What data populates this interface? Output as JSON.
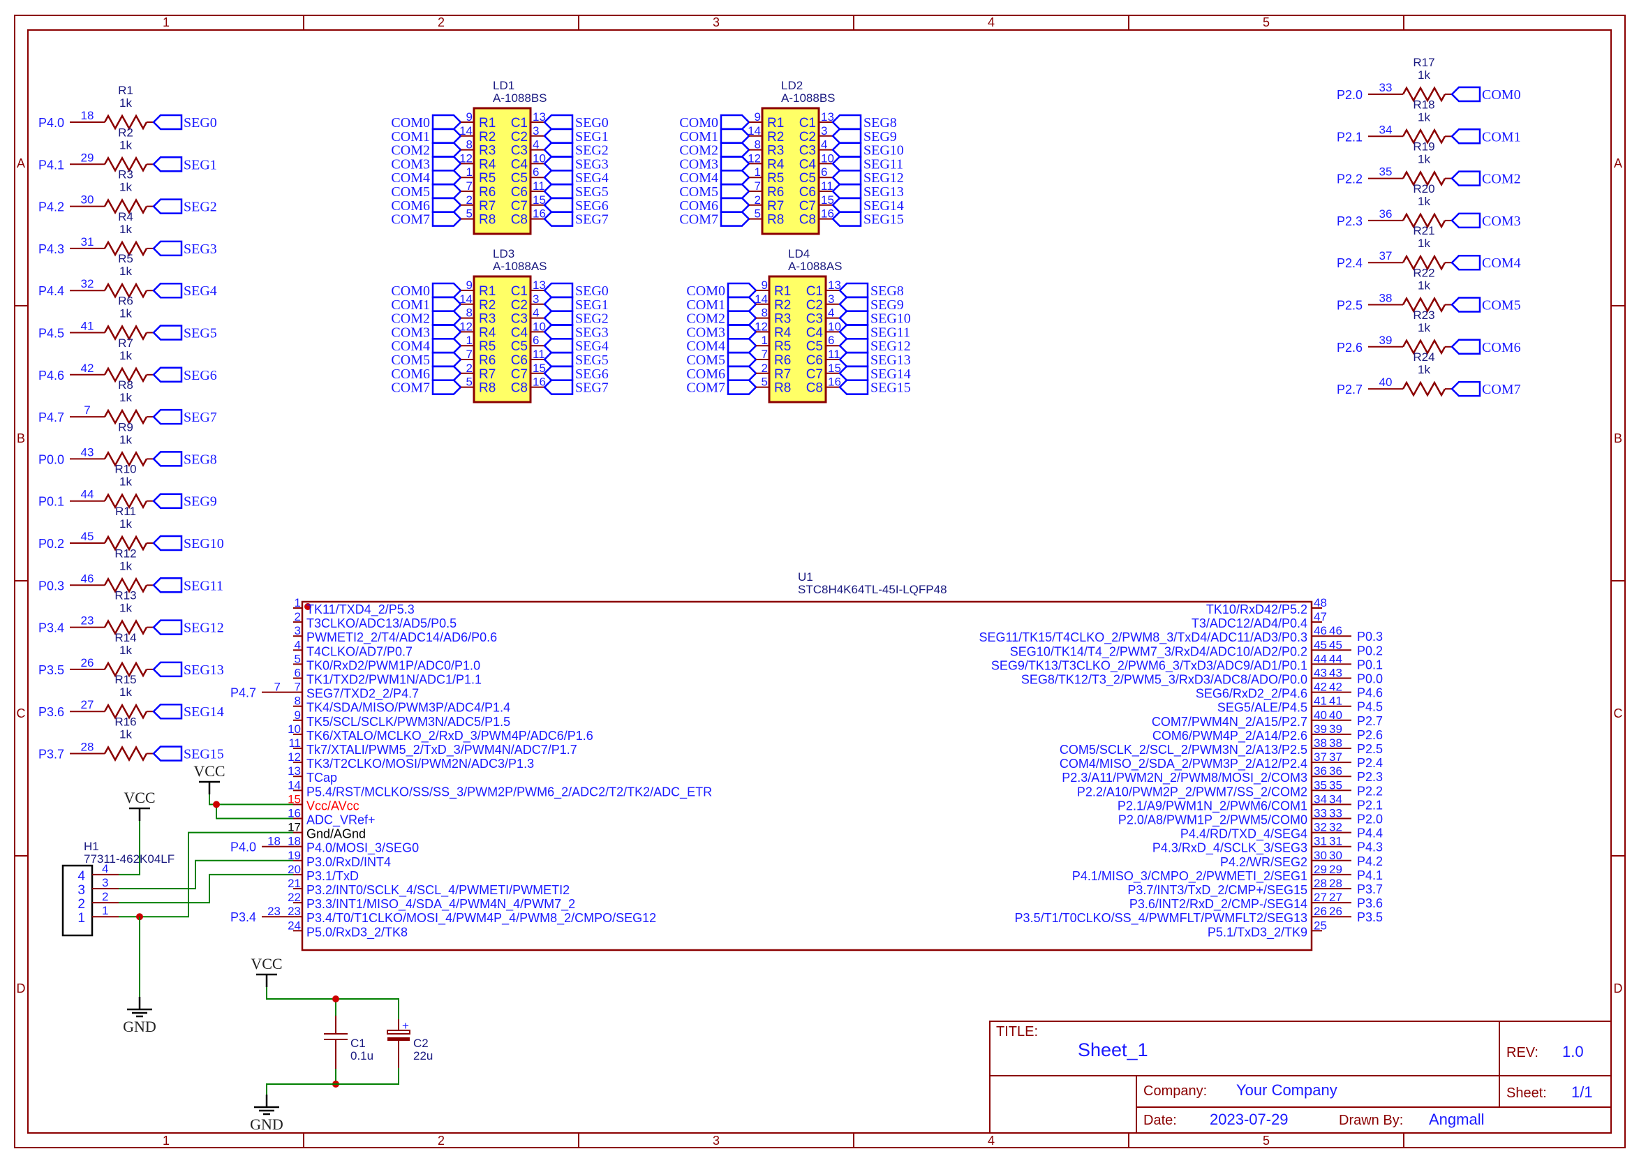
{
  "sheet": {
    "columns": [
      "1",
      "2",
      "3",
      "4",
      "5"
    ],
    "rows": [
      "A",
      "B",
      "C",
      "D"
    ]
  },
  "colors": {
    "wire": "#008000",
    "pin": "#8b0000",
    "text": "#1a1aff",
    "led_body": "#ffff66",
    "junction": "#cc0000"
  },
  "power": {
    "vcc": "VCC",
    "gnd": "GND"
  },
  "resistors_left": [
    {
      "ref": "R1",
      "value": "1k",
      "port": "P4.0",
      "pin": "18",
      "net": "SEG0"
    },
    {
      "ref": "R2",
      "value": "1k",
      "port": "P4.1",
      "pin": "29",
      "net": "SEG1"
    },
    {
      "ref": "R3",
      "value": "1k",
      "port": "P4.2",
      "pin": "30",
      "net": "SEG2"
    },
    {
      "ref": "R4",
      "value": "1k",
      "port": "P4.3",
      "pin": "31",
      "net": "SEG3"
    },
    {
      "ref": "R5",
      "value": "1k",
      "port": "P4.4",
      "pin": "32",
      "net": "SEG4"
    },
    {
      "ref": "R6",
      "value": "1k",
      "port": "P4.5",
      "pin": "41",
      "net": "SEG5"
    },
    {
      "ref": "R7",
      "value": "1k",
      "port": "P4.6",
      "pin": "42",
      "net": "SEG6"
    },
    {
      "ref": "R8",
      "value": "1k",
      "port": "P4.7",
      "pin": "7",
      "net": "SEG7"
    },
    {
      "ref": "R9",
      "value": "1k",
      "port": "P0.0",
      "pin": "43",
      "net": "SEG8"
    },
    {
      "ref": "R10",
      "value": "1k",
      "port": "P0.1",
      "pin": "44",
      "net": "SEG9"
    },
    {
      "ref": "R11",
      "value": "1k",
      "port": "P0.2",
      "pin": "45",
      "net": "SEG10"
    },
    {
      "ref": "R12",
      "value": "1k",
      "port": "P0.3",
      "pin": "46",
      "net": "SEG11"
    },
    {
      "ref": "R13",
      "value": "1k",
      "port": "P3.4",
      "pin": "23",
      "net": "SEG12"
    },
    {
      "ref": "R14",
      "value": "1k",
      "port": "P3.5",
      "pin": "26",
      "net": "SEG13"
    },
    {
      "ref": "R15",
      "value": "1k",
      "port": "P3.6",
      "pin": "27",
      "net": "SEG14"
    },
    {
      "ref": "R16",
      "value": "1k",
      "port": "P3.7",
      "pin": "28",
      "net": "SEG15"
    }
  ],
  "resistors_right": [
    {
      "ref": "R17",
      "value": "1k",
      "port": "P2.0",
      "pin": "33",
      "net": "COM0"
    },
    {
      "ref": "R18",
      "value": "1k",
      "port": "P2.1",
      "pin": "34",
      "net": "COM1"
    },
    {
      "ref": "R19",
      "value": "1k",
      "port": "P2.2",
      "pin": "35",
      "net": "COM2"
    },
    {
      "ref": "R20",
      "value": "1k",
      "port": "P2.3",
      "pin": "36",
      "net": "COM3"
    },
    {
      "ref": "R21",
      "value": "1k",
      "port": "P2.4",
      "pin": "37",
      "net": "COM4"
    },
    {
      "ref": "R22",
      "value": "1k",
      "port": "P2.5",
      "pin": "38",
      "net": "COM5"
    },
    {
      "ref": "R23",
      "value": "1k",
      "port": "P2.6",
      "pin": "39",
      "net": "COM6"
    },
    {
      "ref": "R24",
      "value": "1k",
      "port": "P2.7",
      "pin": "40",
      "net": "COM7"
    }
  ],
  "led_matrices": [
    {
      "ref": "LD1",
      "part": "A-1088BS",
      "left_pins": [
        "9",
        "14",
        "8",
        "12",
        "1",
        "7",
        "2",
        "5"
      ],
      "right_pins": [
        "13",
        "3",
        "4",
        "10",
        "6",
        "11",
        "15",
        "16"
      ],
      "rows": [
        "R1",
        "R2",
        "R3",
        "R4",
        "R5",
        "R6",
        "R7",
        "R8"
      ],
      "cols": [
        "C1",
        "C2",
        "C3",
        "C4",
        "C5",
        "C6",
        "C7",
        "C8"
      ],
      "left_nets": [
        "COM0",
        "COM1",
        "COM2",
        "COM3",
        "COM4",
        "COM5",
        "COM6",
        "COM7"
      ],
      "right_nets": [
        "SEG0",
        "SEG1",
        "SEG2",
        "SEG3",
        "SEG4",
        "SEG5",
        "SEG6",
        "SEG7"
      ]
    },
    {
      "ref": "LD2",
      "part": "A-1088BS",
      "left_pins": [
        "9",
        "14",
        "8",
        "12",
        "1",
        "7",
        "2",
        "5"
      ],
      "right_pins": [
        "13",
        "3",
        "4",
        "10",
        "6",
        "11",
        "15",
        "16"
      ],
      "rows": [
        "R1",
        "R2",
        "R3",
        "R4",
        "R5",
        "R6",
        "R7",
        "R8"
      ],
      "cols": [
        "C1",
        "C2",
        "C3",
        "C4",
        "C5",
        "C6",
        "C7",
        "C8"
      ],
      "left_nets": [
        "COM0",
        "COM1",
        "COM2",
        "COM3",
        "COM4",
        "COM5",
        "COM6",
        "COM7"
      ],
      "right_nets": [
        "SEG8",
        "SEG9",
        "SEG10",
        "SEG11",
        "SEG12",
        "SEG13",
        "SEG14",
        "SEG15"
      ]
    },
    {
      "ref": "LD3",
      "part": "A-1088AS",
      "left_pins": [
        "9",
        "14",
        "8",
        "12",
        "1",
        "7",
        "2",
        "5"
      ],
      "right_pins": [
        "13",
        "3",
        "4",
        "10",
        "6",
        "11",
        "15",
        "16"
      ],
      "rows": [
        "R1",
        "R2",
        "R3",
        "R4",
        "R5",
        "R6",
        "R7",
        "R8"
      ],
      "cols": [
        "C1",
        "C2",
        "C3",
        "C4",
        "C5",
        "C6",
        "C7",
        "C8"
      ],
      "left_nets": [
        "COM0",
        "COM1",
        "COM2",
        "COM3",
        "COM4",
        "COM5",
        "COM6",
        "COM7"
      ],
      "right_nets": [
        "SEG0",
        "SEG1",
        "SEG2",
        "SEG3",
        "SEG4",
        "SEG5",
        "SEG6",
        "SEG7"
      ]
    },
    {
      "ref": "LD4",
      "part": "A-1088AS",
      "left_pins": [
        "9",
        "14",
        "8",
        "12",
        "1",
        "7",
        "2",
        "5"
      ],
      "right_pins": [
        "13",
        "3",
        "4",
        "10",
        "6",
        "11",
        "15",
        "16"
      ],
      "rows": [
        "R1",
        "R2",
        "R3",
        "R4",
        "R5",
        "R6",
        "R7",
        "R8"
      ],
      "cols": [
        "C1",
        "C2",
        "C3",
        "C4",
        "C5",
        "C6",
        "C7",
        "C8"
      ],
      "left_nets": [
        "COM0",
        "COM1",
        "COM2",
        "COM3",
        "COM4",
        "COM5",
        "COM6",
        "COM7"
      ],
      "right_nets": [
        "SEG8",
        "SEG9",
        "SEG10",
        "SEG11",
        "SEG12",
        "SEG13",
        "SEG14",
        "SEG15"
      ]
    }
  ],
  "u1": {
    "ref": "U1",
    "part": "STC8H4K64TL-45I-LQFP48",
    "left": [
      {
        "num": "1",
        "name": "TK11/TXD4_2/P5.3"
      },
      {
        "num": "2",
        "name": "T3CLKO/ADC13/AD5/P0.5"
      },
      {
        "num": "3",
        "name": "PWMETI2_2/T4/ADC14/AD6/P0.6"
      },
      {
        "num": "4",
        "name": "T4CLKO/AD7/P0.7"
      },
      {
        "num": "5",
        "name": "TK0/RxD2/PWM1P/ADC0/P1.0"
      },
      {
        "num": "6",
        "name": "TK1/TXD2/PWM1N/ADC1/P1.1"
      },
      {
        "num": "7",
        "name": "SEG7/TXD2_2/P4.7",
        "ext": "P4.7"
      },
      {
        "num": "8",
        "name": "TK4/SDA/MISO/PWM3P/ADC4/P1.4"
      },
      {
        "num": "9",
        "name": "TK5/SCL/SCLK/PWM3N/ADC5/P1.5"
      },
      {
        "num": "10",
        "name": "TK6/XTALO/MCLKO_2/RxD_3/PWM4P/ADC6/P1.6"
      },
      {
        "num": "11",
        "name": "Tk7/XTALI/PWM5_2/TxD_3/PWM4N/ADC7/P1.7"
      },
      {
        "num": "12",
        "name": "TK3/T2CLKO/MOSI/PWM2N/ADC3/P1.3"
      },
      {
        "num": "13",
        "name": "TCap"
      },
      {
        "num": "14",
        "name": "P5.4/RST/MCLKO/SS/SS_3/PWM2P/PWM6_2/ADC2/T2/TK2/ADC_ETR"
      },
      {
        "num": "15",
        "name": "Vcc/AVcc",
        "style": "power"
      },
      {
        "num": "16",
        "name": "ADC_VRef+"
      },
      {
        "num": "17",
        "name": "Gnd/AGnd",
        "style": "ground"
      },
      {
        "num": "18",
        "name": "P4.0/MOSI_3/SEG0",
        "ext": "P4.0"
      },
      {
        "num": "19",
        "name": "P3.0/RxD/INT4"
      },
      {
        "num": "20",
        "name": "P3.1/TxD"
      },
      {
        "num": "21",
        "name": "P3.2/INT0/SCLK_4/SCL_4/PWMETI/PWMETI2"
      },
      {
        "num": "22",
        "name": "P3.3/INT1/MISO_4/SDA_4/PWM4N_4/PWM7_2"
      },
      {
        "num": "23",
        "name": "P3.4/T0/T1CLKO/MOSI_4/PWM4P_4/PWM8_2/CMPO/SEG12",
        "ext": "P3.4"
      },
      {
        "num": "24",
        "name": "P5.0/RxD3_2/TK8"
      }
    ],
    "right": [
      {
        "num": "48",
        "name": "TK10/RxD42/P5.2"
      },
      {
        "num": "47",
        "name": "T3/ADC12/AD4/P0.4"
      },
      {
        "num": "46",
        "name": "SEG11/TK15/T4CLKO_2/PWM8_3/TxD4/ADC11/AD3/P0.3",
        "ext": "P0.3"
      },
      {
        "num": "45",
        "name": "SEG10/TK14/T4_2/PWM7_3/RxD4/ADC10/AD2/P0.2",
        "ext": "P0.2"
      },
      {
        "num": "44",
        "name": "SEG9/TK13/T3CLKO_2/PWM6_3/TxD3/ADC9/AD1/P0.1",
        "ext": "P0.1"
      },
      {
        "num": "43",
        "name": "SEG8/TK12/T3_2/PWM5_3/RxD3/ADC8/ADO/P0.0",
        "ext": "P0.0"
      },
      {
        "num": "42",
        "name": "SEG6/RxD2_2/P4.6",
        "ext": "P4.6"
      },
      {
        "num": "41",
        "name": "SEG5/ALE/P4.5",
        "ext": "P4.5"
      },
      {
        "num": "40",
        "name": "COM7/PWM4N_2/A15/P2.7",
        "ext": "P2.7"
      },
      {
        "num": "39",
        "name": "COM6/PWM4P_2/A14/P2.6",
        "ext": "P2.6"
      },
      {
        "num": "38",
        "name": "COM5/SCLK_2/SCL_2/PWM3N_2/A13/P2.5",
        "ext": "P2.5"
      },
      {
        "num": "37",
        "name": "COM4/MISO_2/SDA_2/PWM3P_2/A12/P2.4",
        "ext": "P2.4"
      },
      {
        "num": "36",
        "name": "P2.3/A11/PWM2N_2/PWM8/MOSI_2/COM3",
        "ext": "P2.3"
      },
      {
        "num": "35",
        "name": "P2.2/A10/PWM2P_2/PWM7/SS_2/COM2",
        "ext": "P2.2"
      },
      {
        "num": "34",
        "name": "P2.1/A9/PWM1N_2/PWM6/COM1",
        "ext": "P2.1"
      },
      {
        "num": "33",
        "name": "P2.0/A8/PWM1P_2/PWM5/COM0",
        "ext": "P2.0"
      },
      {
        "num": "32",
        "name": "P4.4/RD/TXD_4/SEG4",
        "ext": "P4.4"
      },
      {
        "num": "31",
        "name": "P4.3/RxD_4/SCLK_3/SEG3",
        "ext": "P4.3"
      },
      {
        "num": "30",
        "name": "P4.2/WR/SEG2",
        "ext": "P4.2"
      },
      {
        "num": "29",
        "name": "P4.1/MISO_3/CMPO_2/PWMETI_2/SEG1",
        "ext": "P4.1"
      },
      {
        "num": "28",
        "name": "P3.7/INT3/TxD_2/CMP+/SEG15",
        "ext": "P3.7"
      },
      {
        "num": "27",
        "name": "P3.6/INT2/RxD_2/CMP-/SEG14",
        "ext": "P3.6"
      },
      {
        "num": "26",
        "name": "P3.5/T1/T0CLKO/SS_4/PWMFLT/PWMFLT2/SEG13",
        "ext": "P3.5"
      },
      {
        "num": "25",
        "name": "P5.1/TxD3_2/TK9"
      }
    ]
  },
  "h1": {
    "ref": "H1",
    "part": "77311-462K04LF",
    "pins": [
      "4",
      "3",
      "2",
      "1"
    ]
  },
  "caps": [
    {
      "ref": "C1",
      "value": "0.1u"
    },
    {
      "ref": "C2",
      "value": "22u",
      "polarity": "+"
    }
  ],
  "title_block": {
    "title_label": "TITLE:",
    "title": "Sheet_1",
    "rev_label": "REV:",
    "rev": "1.0",
    "company_label": "Company:",
    "company": "Your Company",
    "sheet_label": "Sheet:",
    "sheet": "1/1",
    "date_label": "Date:",
    "date": "2023-07-29",
    "drawn_label": "Drawn By:",
    "drawn_by": "Angmall"
  }
}
